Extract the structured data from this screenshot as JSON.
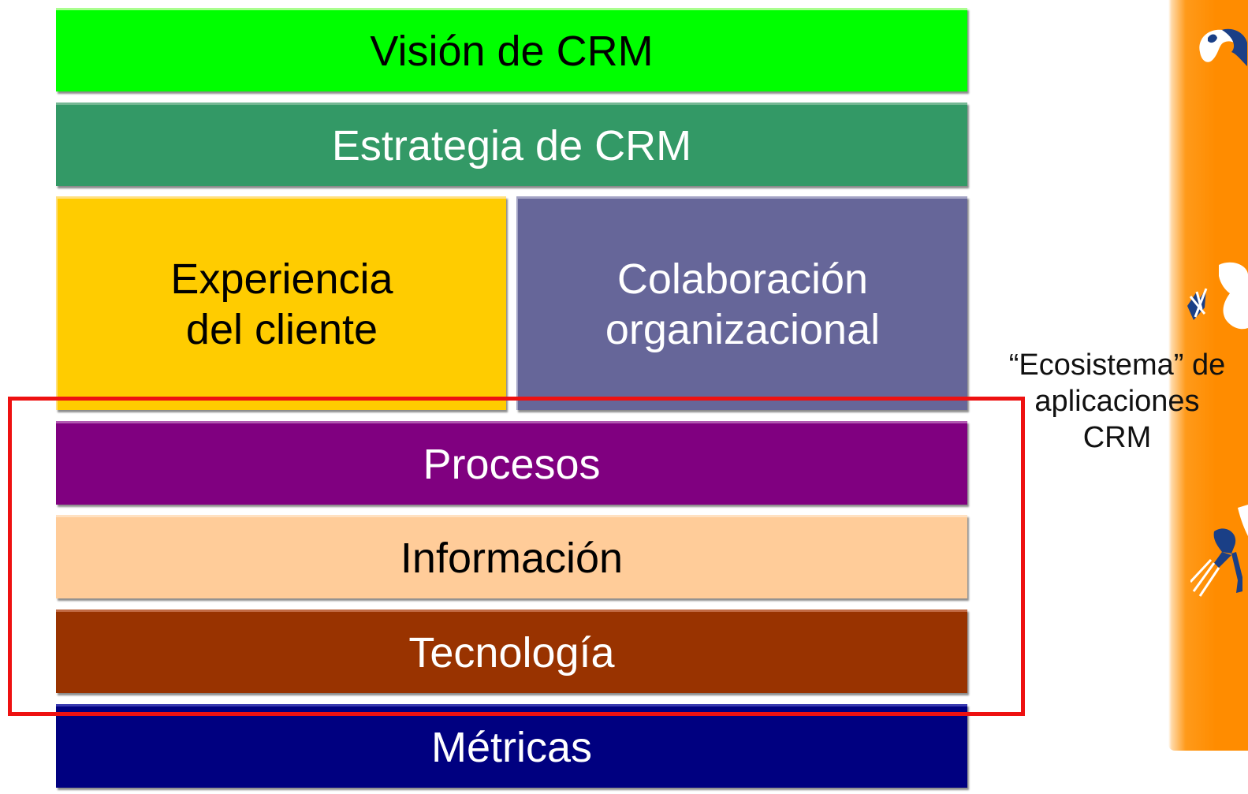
{
  "diagram": {
    "layers": [
      {
        "id": "vision",
        "label_lines": [
          "Visión de CRM"
        ],
        "color": "#00ff00",
        "text_color": "#000000"
      },
      {
        "id": "estrategia",
        "label_lines": [
          "Estrategia de CRM"
        ],
        "color": "#339966",
        "text_color": "#ffffff"
      },
      {
        "id": "experiencia",
        "label_lines": [
          "Experiencia",
          "del cliente"
        ],
        "color": "#ffcc00",
        "text_color": "#000000"
      },
      {
        "id": "colaboracion",
        "label_lines": [
          "Colaboración",
          "organizacional"
        ],
        "color": "#666699",
        "text_color": "#ffffff"
      },
      {
        "id": "procesos",
        "label_lines": [
          "Procesos"
        ],
        "color": "#800080",
        "text_color": "#ffffff"
      },
      {
        "id": "informacion",
        "label_lines": [
          "Información"
        ],
        "color": "#ffcc99",
        "text_color": "#000000"
      },
      {
        "id": "tecnologia",
        "label_lines": [
          "Tecnología"
        ],
        "color": "#993300",
        "text_color": "#ffffff"
      },
      {
        "id": "metricas",
        "label_lines": [
          "Métricas"
        ],
        "color": "#000080",
        "text_color": "#ffffff"
      }
    ],
    "highlight": {
      "color": "#ee1111",
      "encloses": [
        "procesos",
        "informacion",
        "tecnologia"
      ]
    },
    "side_caption": {
      "lines": [
        "“Ecosistema” de",
        "aplicaciones",
        "CRM"
      ]
    },
    "side_strip": {
      "color": "#ff8c00",
      "icons": [
        "athlete-swimmer-icon",
        "athlete-diver-icon",
        "athlete-runner-icon"
      ]
    }
  }
}
